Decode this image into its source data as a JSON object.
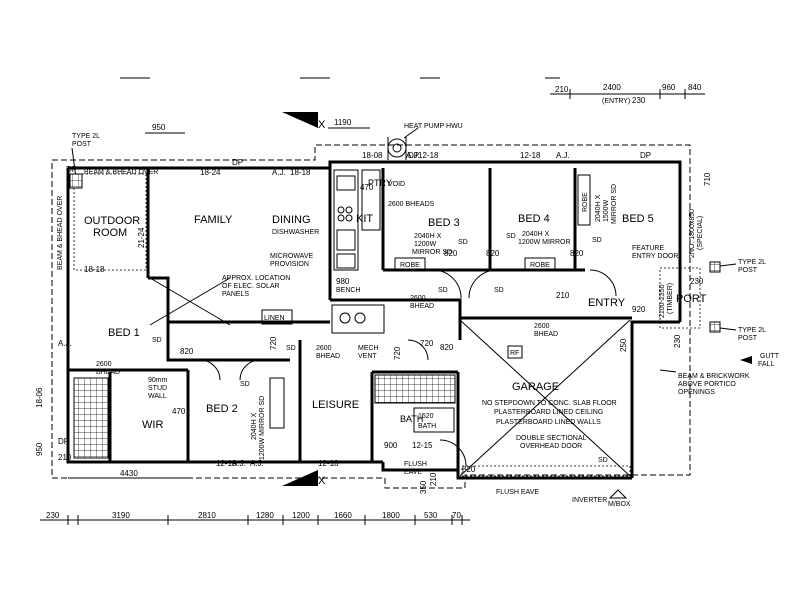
{
  "rooms": {
    "outdoor_room": [
      "OUTDOOR",
      "ROOM"
    ],
    "family": "FAMILY",
    "dining": "DINING",
    "kit": "KIT",
    "pantry": "PTRY",
    "bed3": "BED 3",
    "bed4": "BED 4",
    "bed5": "BED 5",
    "bed1": "BED 1",
    "bed2": "BED 2",
    "leisure": "LEISURE",
    "wir": "WIR",
    "entry": "ENTRY",
    "port": "PORT",
    "garage": "GARAGE",
    "bath": "BATH",
    "linen": "LINEN",
    "robe_a": "ROBE",
    "robe_b": "ROBE",
    "robe_c": "ROBE"
  },
  "notes": {
    "heat_pump": "HEAT PUMP HWU",
    "type2l_post_top": [
      "TYPE 2L",
      "POST"
    ],
    "type2l_post_r1": [
      "TYPE 2L",
      "POST"
    ],
    "type2l_post_r2": [
      "TYPE 2L",
      "POST"
    ],
    "beam_bhead_over": "BEAM & BHEAD OVER",
    "beam_bhead_vert": "BEAM & BHEAD OVER",
    "dishwasher": "DISHWASHER",
    "microwave": [
      "MICROWAVE",
      "PROVISION"
    ],
    "solar": [
      "APPROX. LOCATION",
      "OF ELEC. SOLAR",
      "PANELS"
    ],
    "void": "VOID",
    "bheads_2600": "2600 BHEADS",
    "mirror_bed3": [
      "2040H X",
      "1200W",
      "MIRROR SD"
    ],
    "mirror_bed4": [
      "2040H X",
      "1200W MIRROR"
    ],
    "mirror_bed5": [
      "2040H X",
      "1500W",
      "MIRROR SD"
    ],
    "feature_entry": [
      "FEATURE",
      "ENTRY DOOR"
    ],
    "bench": "BENCH",
    "bhead_2600_a": [
      "2600",
      "BHEAD"
    ],
    "bhead_2600_b": [
      "2600",
      "BHEAD"
    ],
    "bhead_2600_c": [
      "2600",
      "BHEAD"
    ],
    "bhead_2600_d": [
      "2600",
      "BHEAD"
    ],
    "mech_vent": [
      "MECH",
      "VENT"
    ],
    "stud_wall": [
      "90mm",
      "STUD",
      "WALL"
    ],
    "mirror_bed2": [
      "2040H X",
      "1200W MIRROR SD"
    ],
    "rf": "RF",
    "garage_notes": [
      "NO STEPDOWN TO CONC. SLAB FLOOR",
      "PLASTERBOARD LINED CEILING",
      "PLASTERBOARD LINED WALLS"
    ],
    "garage_door": [
      "DOUBLE SECTIONAL",
      "OVERHEAD DOOR"
    ],
    "flush_eave": [
      "FLUSH",
      "EAVE"
    ],
    "flush_eave_bottom": "FLUSH EAVE",
    "inverter": "INVERTER",
    "mbox": "M/BOX",
    "beam_brick": [
      "BEAM & BRICKWORK",
      "ABOVE PORTICO",
      "OPENINGS"
    ],
    "gutter": [
      "GUTT",
      "FALL"
    ],
    "port_ht": [
      "2100-2350",
      "(TIMBER)"
    ],
    "bed5_win": [
      "2NO. 1800x850",
      "(SPECIAL)"
    ],
    "bath_size": [
      "1520",
      "BATH"
    ],
    "sd_labels": [
      "SD",
      "SD",
      "SD",
      "SD",
      "SD",
      "SD",
      "SD",
      "SD",
      "SD"
    ],
    "dp_labels": [
      "DP",
      "DP",
      "DP",
      "DP",
      "DP"
    ],
    "aj_labels": [
      "A.J.",
      "A.J.",
      "A.J.",
      "A.J.",
      "A.J.",
      "A.J."
    ],
    "section_x": "X"
  },
  "dims": {
    "top_row1": [
      "2400",
      "960",
      "840"
    ],
    "top_row1_left": "210",
    "top_entry": "(ENTRY)",
    "top_entry_val": "230",
    "d950": "950",
    "d1190": "1190",
    "bottom": [
      "230",
      "3190",
      "2810",
      "1280",
      "1200",
      "1660",
      "1800",
      "530",
      "70"
    ],
    "d4430": "4430",
    "d950_side": "950",
    "d210_side": "210",
    "d230_r": "230",
    "d230_r2": "230",
    "d250": "250",
    "d350": "350",
    "d210_b": "210",
    "d210_entry": "210",
    "d920": "920",
    "d980": "980",
    "d820": [
      "820",
      "820",
      "820",
      "820",
      "820",
      "820"
    ],
    "d720": [
      "720",
      "720",
      "720"
    ],
    "d470": [
      "470",
      "470"
    ],
    "d900": "900",
    "d12_18": [
      "12-18",
      "12-18",
      "12-18",
      "12-18",
      "18-24",
      "18-18",
      "18-08",
      "18-18",
      "12-15",
      "18-06"
    ],
    "d21_24": "21-24",
    "d710": "710"
  }
}
